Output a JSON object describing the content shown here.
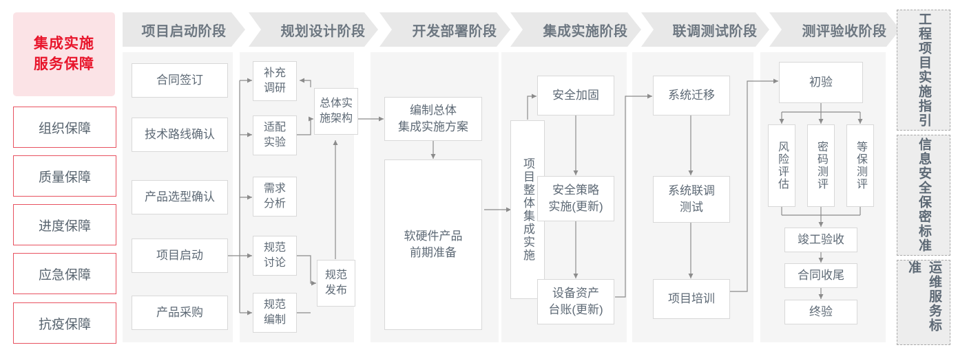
{
  "left_panel": {
    "header": "集成实施\n服务保障",
    "header_color": "#e8152b",
    "header_bg": "#fbe3e6",
    "item_border_color": "#e8515f",
    "items": [
      {
        "label": "组织保障"
      },
      {
        "label": "质量保障"
      },
      {
        "label": "进度保障"
      },
      {
        "label": "应急保障"
      },
      {
        "label": "抗疫保障"
      }
    ]
  },
  "phases": [
    {
      "title": "项目启动阶段"
    },
    {
      "title": "规划设计阶段"
    },
    {
      "title": "开发部署阶段"
    },
    {
      "title": "集成实施阶段"
    },
    {
      "title": "联调测试阶段"
    },
    {
      "title": "测评验收阶段"
    }
  ],
  "nodes": {
    "p1": [
      {
        "label": "合同签订"
      },
      {
        "label": "技术路线确认"
      },
      {
        "label": "产品选型确认"
      },
      {
        "label": "项目启动"
      },
      {
        "label": "产品采购"
      }
    ],
    "p2": [
      {
        "label": "补充\n调研"
      },
      {
        "label": "适配\n实验"
      },
      {
        "label": "需求\n分析"
      },
      {
        "label": "规范\n讨论"
      },
      {
        "label": "规范\n编制"
      },
      {
        "label": "总体实\n施架构"
      },
      {
        "label": "规范\n发布"
      }
    ],
    "p3": [
      {
        "label": "编制总体\n集成实施方案"
      },
      {
        "label": "软硬件产品\n前期准备"
      }
    ],
    "p4": [
      {
        "label": "项目整体集成实施"
      },
      {
        "label": "安全加固"
      },
      {
        "label": "安全策略\n实施(更新)"
      },
      {
        "label": "设备资产\n台账(更新)"
      }
    ],
    "p5": [
      {
        "label": "系统迁移"
      },
      {
        "label": "系统联调\n测试"
      },
      {
        "label": "项目培训"
      }
    ],
    "p6": [
      {
        "label": "初验"
      },
      {
        "label": "风险评估"
      },
      {
        "label": "密码测评"
      },
      {
        "label": "等保测评"
      },
      {
        "label": "竣工验收"
      },
      {
        "label": "合同收尾"
      },
      {
        "label": "终验"
      }
    ]
  },
  "right_panel": {
    "items": [
      {
        "label": "工程项目实施指引"
      },
      {
        "label": "信息安全保密标准"
      },
      {
        "label": "运维服务标准"
      }
    ]
  },
  "colors": {
    "column_bg": "#f5f5f5",
    "chevron_bg": "#e8e8e8",
    "node_border": "#d8d8d8",
    "wire": "#8b8b8b",
    "text": "#5d6975"
  }
}
